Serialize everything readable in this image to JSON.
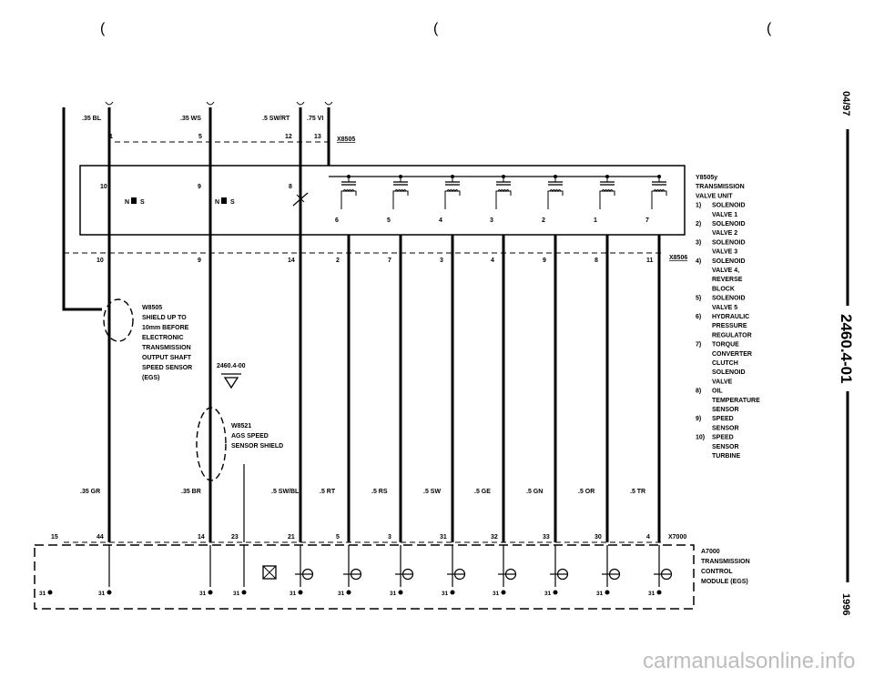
{
  "page_marks": {
    "left": "(",
    "mid": "(",
    "right": "("
  },
  "side_strip": {
    "date": "04/97",
    "doc_number": "2460.4-01",
    "year": "1996"
  },
  "top_wires": [
    {
      "gauge": ".35 BL",
      "pin": "1"
    },
    {
      "gauge": ".35 WS",
      "pin": "5"
    },
    {
      "gauge": ".5 SW/RT",
      "pin": "12"
    },
    {
      "gauge": ".75 VI",
      "pin": "13"
    }
  ],
  "connector_top": "X8505",
  "valve_unit": {
    "id_text": "Y8505y",
    "left_pins": [
      "10",
      "9",
      "8"
    ],
    "ntc_label": "N",
    "ntc_suffix": "S",
    "solenoid_pins": [
      "6",
      "5",
      "4",
      "3",
      "2",
      "1",
      "7"
    ]
  },
  "legend": {
    "title_lines": [
      "Y8505y",
      "TRANSMISSION",
      "VALVE UNIT"
    ],
    "items": [
      {
        "num": "1)",
        "lines": [
          "SOLENOID",
          "VALVE 1"
        ]
      },
      {
        "num": "2)",
        "lines": [
          "SOLENOID",
          "VALVE 2"
        ]
      },
      {
        "num": "3)",
        "lines": [
          "SOLENOID",
          "VALVE 3"
        ]
      },
      {
        "num": "4)",
        "lines": [
          "SOLENOID",
          "VALVE 4,",
          "REVERSE",
          "BLOCK"
        ]
      },
      {
        "num": "5)",
        "lines": [
          "SOLENOID",
          "VALVE 5"
        ]
      },
      {
        "num": "6)",
        "lines": [
          "HYDRAULIC",
          "PRESSURE",
          "REGULATOR"
        ]
      },
      {
        "num": "7)",
        "lines": [
          "TORQUE",
          "CONVERTER",
          "CLUTCH",
          "SOLENOID",
          "VALVE"
        ]
      },
      {
        "num": "8)",
        "lines": [
          "OIL",
          "TEMPERATURE",
          "SENSOR"
        ]
      },
      {
        "num": "9)",
        "lines": [
          "SPEED",
          "SENSOR"
        ]
      },
      {
        "num": "10)",
        "lines": [
          "SPEED",
          "SENSOR",
          "TURBINE"
        ]
      }
    ]
  },
  "connector_mid": "X8506",
  "mid_pins": [
    "10",
    "9",
    "14",
    "2",
    "7",
    "3",
    "4",
    "9",
    "8",
    "11"
  ],
  "shield_w8505": [
    "W8505",
    "SHIELD UP TO",
    "10mm BEFORE",
    "ELECTRONIC",
    "TRANSMISSION",
    "OUTPUT SHAFT",
    "SPEED SENSOR",
    "(EGS)"
  ],
  "ground_ref": "2460.4-00",
  "shield_w8521": [
    "W8521",
    "AGS SPEED",
    "SENSOR SHIELD"
  ],
  "bottom_wires": [
    ".35 GR",
    ".35 BR",
    ".5 SW/BL",
    ".5 RT",
    ".5 RS",
    ".5 SW",
    ".5 GE",
    ".5 GN",
    ".5 OR",
    ".5 TR"
  ],
  "connector_bottom": "X7000",
  "bottom_pins": [
    "15",
    "44",
    "14",
    "23",
    "21",
    "5",
    "3",
    "31",
    "32",
    "33",
    "30",
    "4"
  ],
  "module_lines": [
    "A7000",
    "TRANSMISSION",
    "CONTROL",
    "MODULE (EGS)"
  ],
  "ground_pin": "31",
  "watermark": "carmanualsonline.info"
}
